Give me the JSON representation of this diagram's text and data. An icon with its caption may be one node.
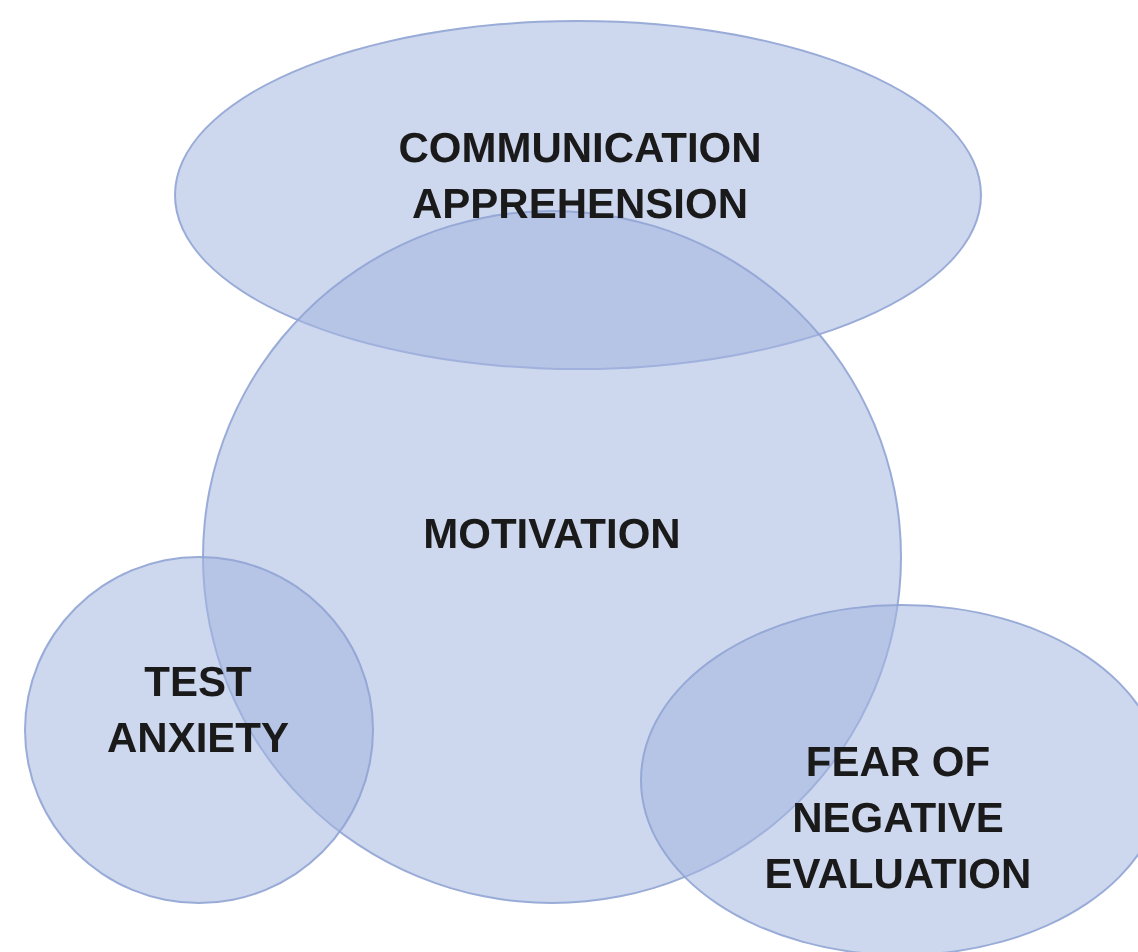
{
  "diagram": {
    "nodes": [
      {
        "text": [
          "COMMUNICATION APPREHENSION"
        ]
      },
      {
        "text": [
          "MOTIVATION"
        ]
      },
      {
        "text": [
          "TEST ANXIETY"
        ]
      },
      {
        "text": [
          "FEAR OF NEGATIVE EVALUATION"
        ]
      }
    ]
  }
}
